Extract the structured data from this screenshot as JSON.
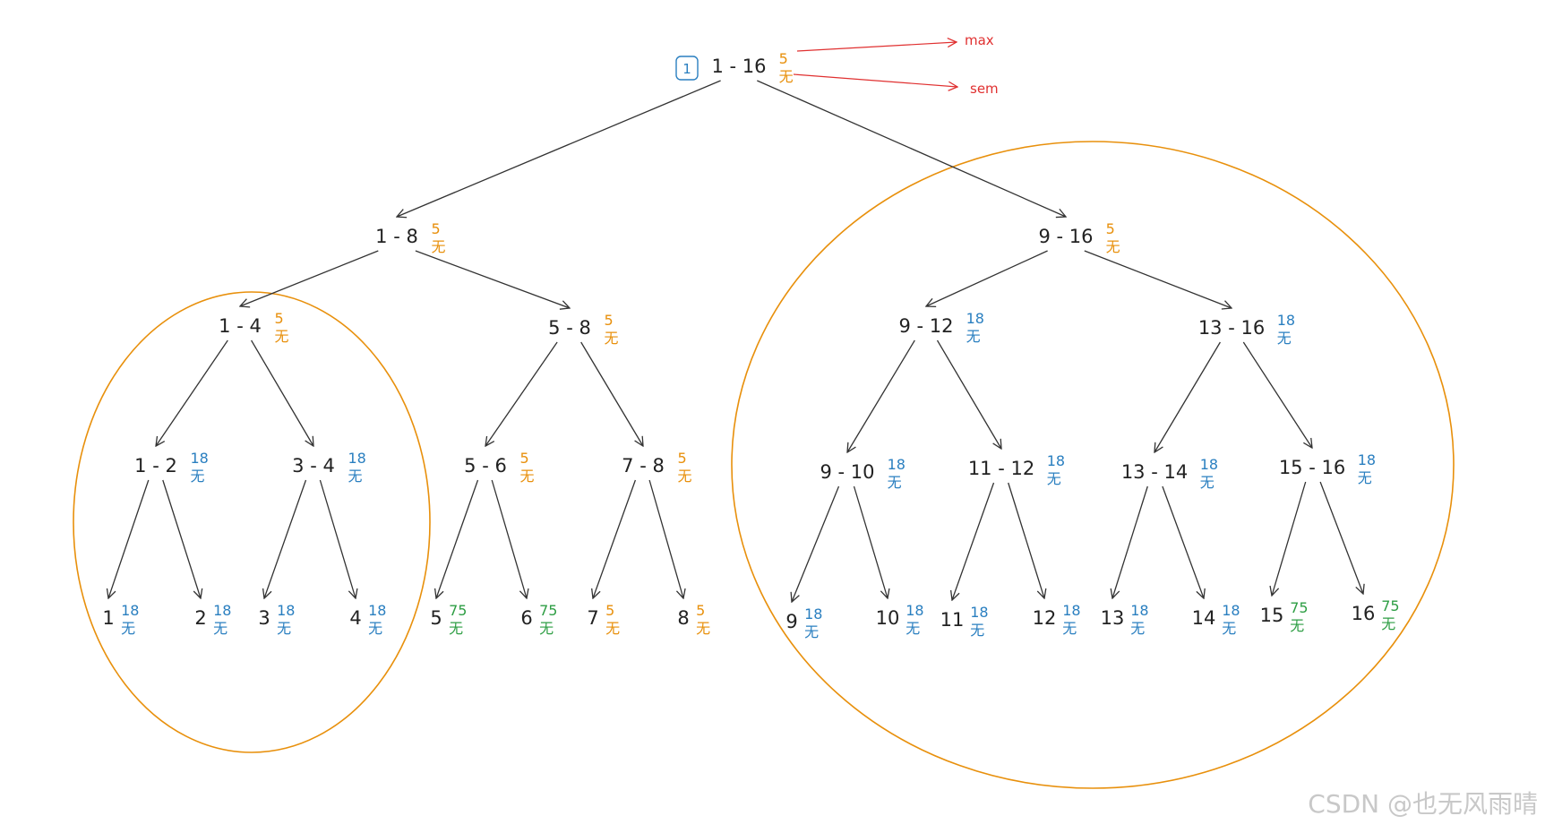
{
  "colors": {
    "orange": "#e8900c",
    "blue": "#2a7fc0",
    "green": "#2e9e44",
    "edge": "#333333",
    "annotation": "#e03030",
    "circle": "#e8900c"
  },
  "root_badge": "1",
  "annotations": {
    "max": "max",
    "sem": "sem"
  },
  "watermark": "CSDN @也无风雨晴",
  "nodes": [
    {
      "id": "1-16",
      "label": "1 - 16",
      "max": "5",
      "sem": "无",
      "color": "orange"
    },
    {
      "id": "1-8",
      "label": "1 - 8",
      "max": "5",
      "sem": "无",
      "color": "orange"
    },
    {
      "id": "9-16",
      "label": "9 - 16",
      "max": "5",
      "sem": "无",
      "color": "orange"
    },
    {
      "id": "1-4",
      "label": "1 - 4",
      "max": "5",
      "sem": "无",
      "color": "orange"
    },
    {
      "id": "5-8",
      "label": "5 - 8",
      "max": "5",
      "sem": "无",
      "color": "orange"
    },
    {
      "id": "9-12",
      "label": "9 - 12",
      "max": "18",
      "sem": "无",
      "color": "blue"
    },
    {
      "id": "13-16",
      "label": "13 - 16",
      "max": "18",
      "sem": "无",
      "color": "blue"
    },
    {
      "id": "1-2",
      "label": "1 - 2",
      "max": "18",
      "sem": "无",
      "color": "blue"
    },
    {
      "id": "3-4",
      "label": "3 - 4",
      "max": "18",
      "sem": "无",
      "color": "blue"
    },
    {
      "id": "5-6",
      "label": "5 - 6",
      "max": "5",
      "sem": "无",
      "color": "orange"
    },
    {
      "id": "7-8",
      "label": "7 - 8",
      "max": "5",
      "sem": "无",
      "color": "orange"
    },
    {
      "id": "9-10",
      "label": "9 - 10",
      "max": "18",
      "sem": "无",
      "color": "blue"
    },
    {
      "id": "11-12",
      "label": "11 - 12",
      "max": "18",
      "sem": "无",
      "color": "blue"
    },
    {
      "id": "13-14",
      "label": "13 - 14",
      "max": "18",
      "sem": "无",
      "color": "blue"
    },
    {
      "id": "15-16",
      "label": "15 - 16",
      "max": "18",
      "sem": "无",
      "color": "blue"
    },
    {
      "id": "1",
      "label": "1",
      "max": "18",
      "sem": "无",
      "color": "blue"
    },
    {
      "id": "2",
      "label": "2",
      "max": "18",
      "sem": "无",
      "color": "blue"
    },
    {
      "id": "3",
      "label": "3",
      "max": "18",
      "sem": "无",
      "color": "blue"
    },
    {
      "id": "4",
      "label": "4",
      "max": "18",
      "sem": "无",
      "color": "blue"
    },
    {
      "id": "5",
      "label": "5",
      "max": "75",
      "sem": "无",
      "color": "green"
    },
    {
      "id": "6",
      "label": "6",
      "max": "75",
      "sem": "无",
      "color": "green"
    },
    {
      "id": "7",
      "label": "7",
      "max": "5",
      "sem": "无",
      "color": "orange"
    },
    {
      "id": "8",
      "label": "8",
      "max": "5",
      "sem": "无",
      "color": "orange"
    },
    {
      "id": "9",
      "label": "9",
      "max": "18",
      "sem": "无",
      "color": "blue"
    },
    {
      "id": "10",
      "label": "10",
      "max": "18",
      "sem": "无",
      "color": "blue"
    },
    {
      "id": "11",
      "label": "11",
      "max": "18",
      "sem": "无",
      "color": "blue"
    },
    {
      "id": "12",
      "label": "12",
      "max": "18",
      "sem": "无",
      "color": "blue"
    },
    {
      "id": "13",
      "label": "13",
      "max": "18",
      "sem": "无",
      "color": "blue"
    },
    {
      "id": "14",
      "label": "14",
      "max": "18",
      "sem": "无",
      "color": "blue"
    },
    {
      "id": "15",
      "label": "15",
      "max": "75",
      "sem": "无",
      "color": "green"
    },
    {
      "id": "16",
      "label": "16",
      "max": "75",
      "sem": "无",
      "color": "green"
    }
  ],
  "edges": [
    [
      "1-16",
      "1-8"
    ],
    [
      "1-16",
      "9-16"
    ],
    [
      "1-8",
      "1-4"
    ],
    [
      "1-8",
      "5-8"
    ],
    [
      "9-16",
      "9-12"
    ],
    [
      "9-16",
      "13-16"
    ],
    [
      "1-4",
      "1-2"
    ],
    [
      "1-4",
      "3-4"
    ],
    [
      "5-8",
      "5-6"
    ],
    [
      "5-8",
      "7-8"
    ],
    [
      "9-12",
      "9-10"
    ],
    [
      "9-12",
      "11-12"
    ],
    [
      "13-16",
      "13-14"
    ],
    [
      "13-16",
      "15-16"
    ],
    [
      "1-2",
      "1"
    ],
    [
      "1-2",
      "2"
    ],
    [
      "3-4",
      "3"
    ],
    [
      "3-4",
      "4"
    ],
    [
      "5-6",
      "5"
    ],
    [
      "5-6",
      "6"
    ],
    [
      "7-8",
      "7"
    ],
    [
      "7-8",
      "8"
    ],
    [
      "9-10",
      "9"
    ],
    [
      "9-10",
      "10"
    ],
    [
      "11-12",
      "11"
    ],
    [
      "11-12",
      "12"
    ],
    [
      "13-14",
      "13"
    ],
    [
      "13-14",
      "14"
    ],
    [
      "15-16",
      "15"
    ],
    [
      "15-16",
      "16"
    ]
  ],
  "highlighted_subtrees": [
    "1-4",
    "9-16"
  ]
}
